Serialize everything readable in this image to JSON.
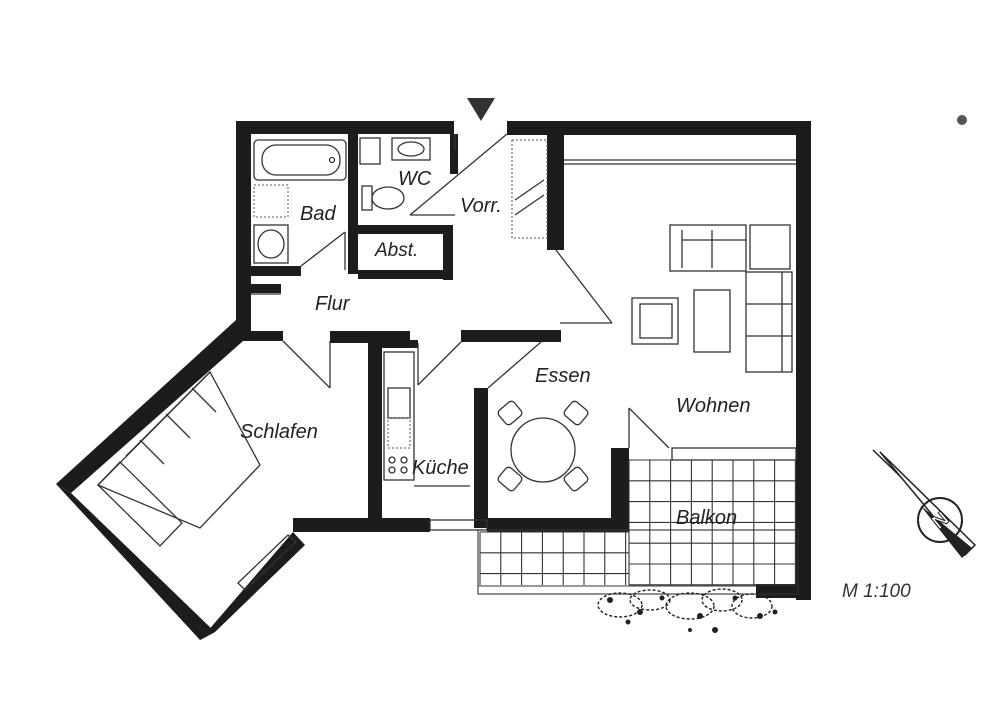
{
  "plan": {
    "rooms": {
      "bad": "Bad",
      "wc": "WC",
      "vorr": "Vorr.",
      "abst": "Abst.",
      "flur": "Flur",
      "essen": "Essen",
      "wohnen": "Wohnen",
      "schlafen": "Schlafen",
      "kueche": "Küche",
      "balkon": "Balkon"
    },
    "scale": "M 1:100",
    "colors": {
      "wall": "#1c1c1c",
      "line": "#333333",
      "background": "#ffffff"
    },
    "icons": {
      "entrance": "entrance-arrow-icon",
      "compass": "north-compass-icon"
    }
  }
}
